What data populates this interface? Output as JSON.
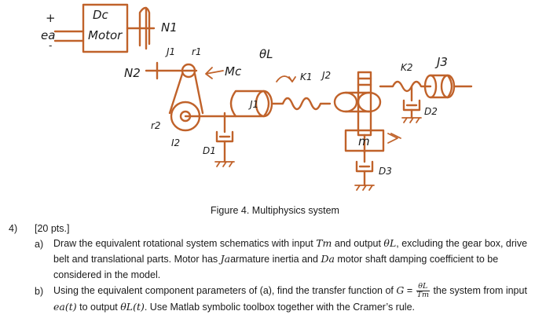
{
  "colors": {
    "ink": "#c0622a",
    "black": "#1c1c1c"
  },
  "sketch": {
    "ea_plus": "+",
    "ea_label": "ea",
    "ea_minus": "-",
    "dc_label": "Dc",
    "motor_label": "Motor",
    "n1_label": "N1",
    "n2_label": "N2",
    "j1_label": "J1",
    "r1_label": "r1",
    "mc_label": "Mc",
    "r2_label": "r2",
    "i2_label": "I2",
    "d1_label": "D1",
    "jl_box_label": "J1",
    "theta_l_label": "θL",
    "k1_label": "K1",
    "j2_label": "J2",
    "k2_label": "K2",
    "j3_label": "J3",
    "d2_label": "D2",
    "m_label": "m",
    "d3_label": "D3"
  },
  "figure_caption": "Figure 4. Multiphysics system",
  "question": {
    "number": "4)",
    "points": "[20 pts.]",
    "part_a": {
      "label": "a)",
      "text_1": "Draw the equivalent rotational system schematics with input ",
      "tm": "Tm",
      "text_2": " and output ",
      "theta_l": "θL",
      "text_3": ", excluding the gear box, drive belt and translational parts. Motor has ",
      "ja": "Ja",
      "text_4": "armature inertia and ",
      "da": "Da",
      "text_5": " motor shaft damping coefficient to be considered in the model."
    },
    "part_b": {
      "label": "b)",
      "text_1": "Using the equivalent component parameters of (a), find the transfer function of ",
      "g": "G",
      "eq": " = ",
      "frac_num": "θL",
      "frac_den": "Tm",
      "text_2": " the system from input ",
      "ea_t": "ea(t)",
      "text_3": " to output ",
      "thetal_t": "θL(t)",
      "text_4": ". Use Matlab symbolic toolbox together with the Cramer’s rule."
    }
  }
}
